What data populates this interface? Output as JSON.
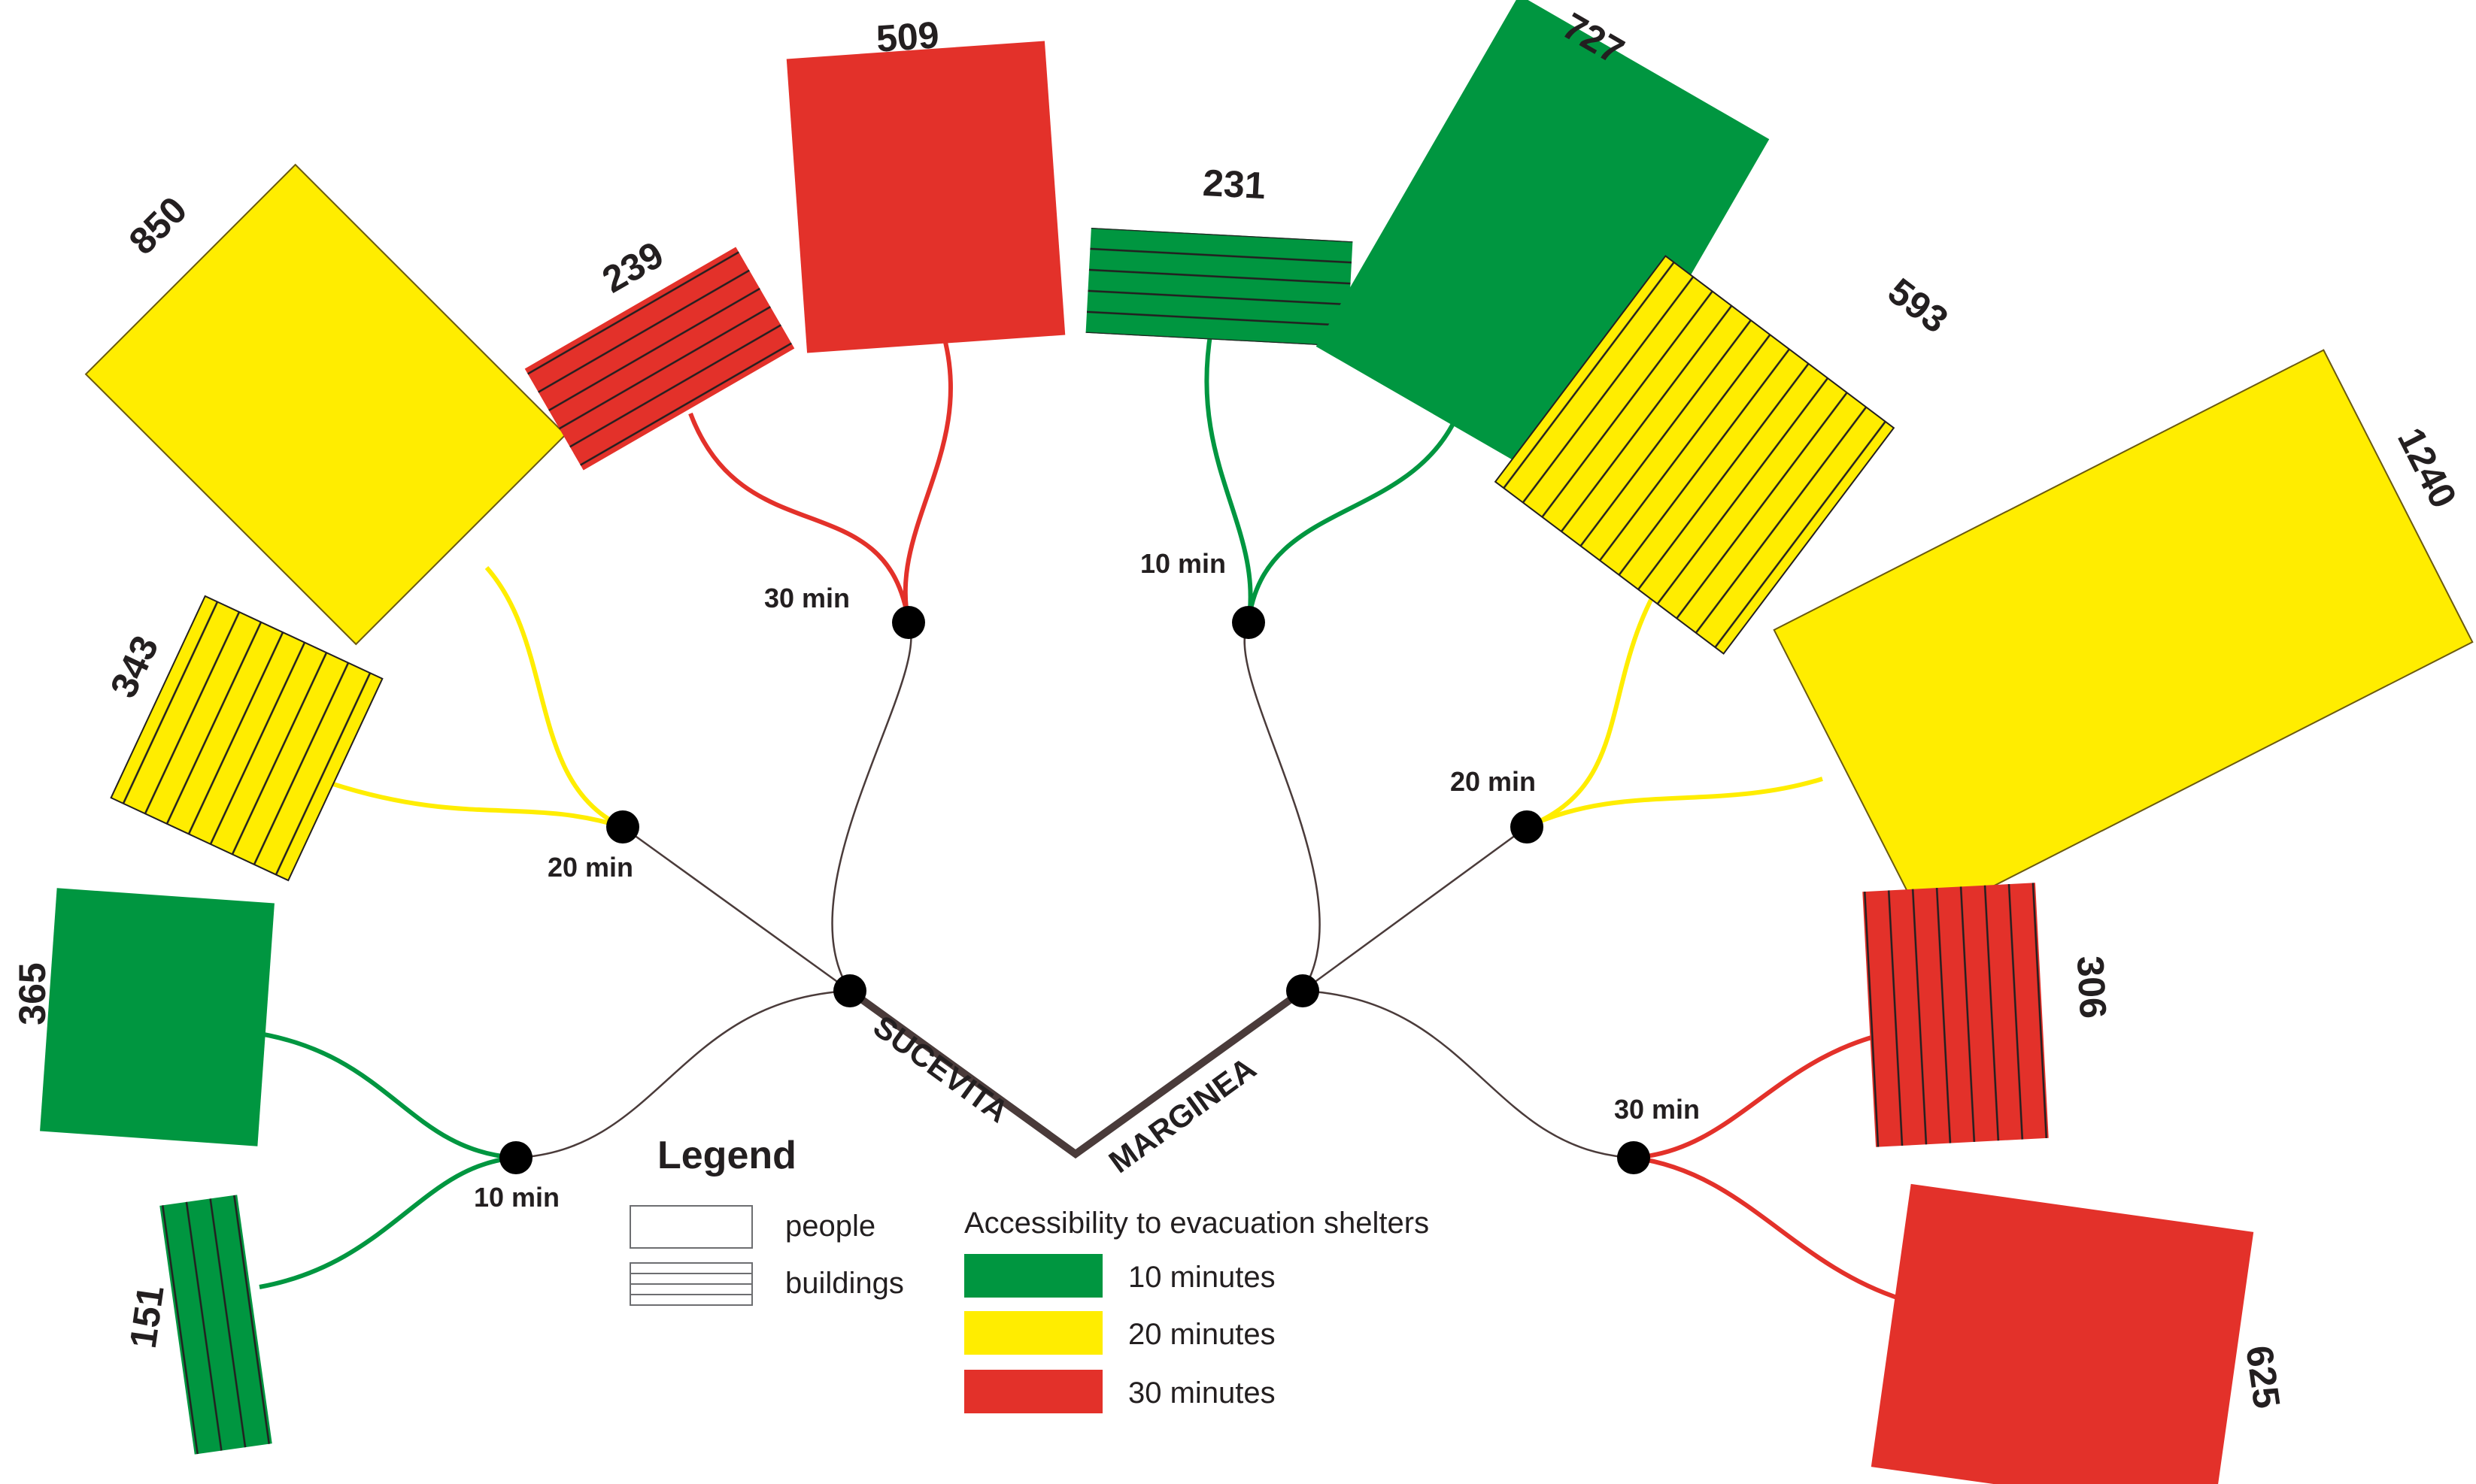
{
  "colors": {
    "green": "#009640",
    "yellow": "#ffed00",
    "red": "#e3312a",
    "line_dark": "#4a3b3a",
    "node": "#000000"
  },
  "villages": {
    "left": "SUCEVITA",
    "right": "MARGINEA"
  },
  "time_labels": {
    "l10": "10 min",
    "l20": "20 min",
    "l30": "30 min",
    "r10": "10 min",
    "r20": "20 min",
    "r30": "30 min"
  },
  "values": {
    "l10_people": "365",
    "l10_buildings": "151",
    "l20_people": "850",
    "l20_buildings": "343",
    "l30_people": "509",
    "l30_buildings": "239",
    "r10_people": "727",
    "r10_buildings": "231",
    "r20_people": "1240",
    "r20_buildings": "593",
    "r30_people": "625",
    "r30_buildings": "306"
  },
  "legend": {
    "title": "Legend",
    "people": "people",
    "buildings": "buildings",
    "access_title": "Accessibility to evacuation shelters",
    "m10": "10 minutes",
    "m20": "20 minutes",
    "m30": "30 minutes"
  }
}
